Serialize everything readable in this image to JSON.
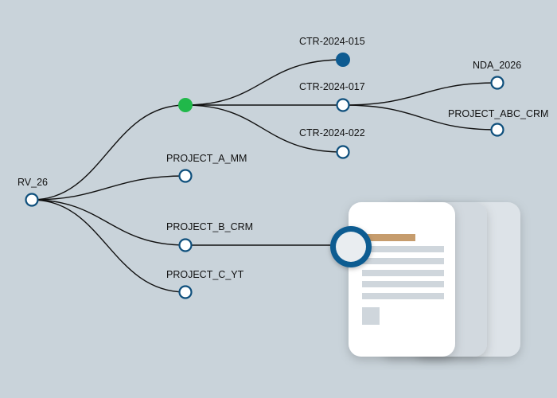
{
  "tree": {
    "root": {
      "label": "RV_26"
    },
    "hub": {
      "label": ""
    },
    "ctr_015": {
      "label": "CTR-2024-015"
    },
    "ctr_017": {
      "label": "CTR-2024-017"
    },
    "ctr_022": {
      "label": "CTR-2024-022"
    },
    "nda_2026": {
      "label": "NDA_2026"
    },
    "project_abc_crm": {
      "label": "PROJECT_ABC_CRM"
    },
    "project_a_mm": {
      "label": "PROJECT_A_MM"
    },
    "project_b_crm": {
      "label": "PROJECT_B_CRM"
    },
    "project_c_yt": {
      "label": "PROJECT_C_YT"
    }
  },
  "colors": {
    "background": "#c9d3da",
    "node_stroke": "#0e4f7c",
    "node_filled": "#0e5b91",
    "hub_green": "#20b84a",
    "accent": "#c69c6d"
  },
  "icons": {
    "document": "document-stack-icon"
  }
}
